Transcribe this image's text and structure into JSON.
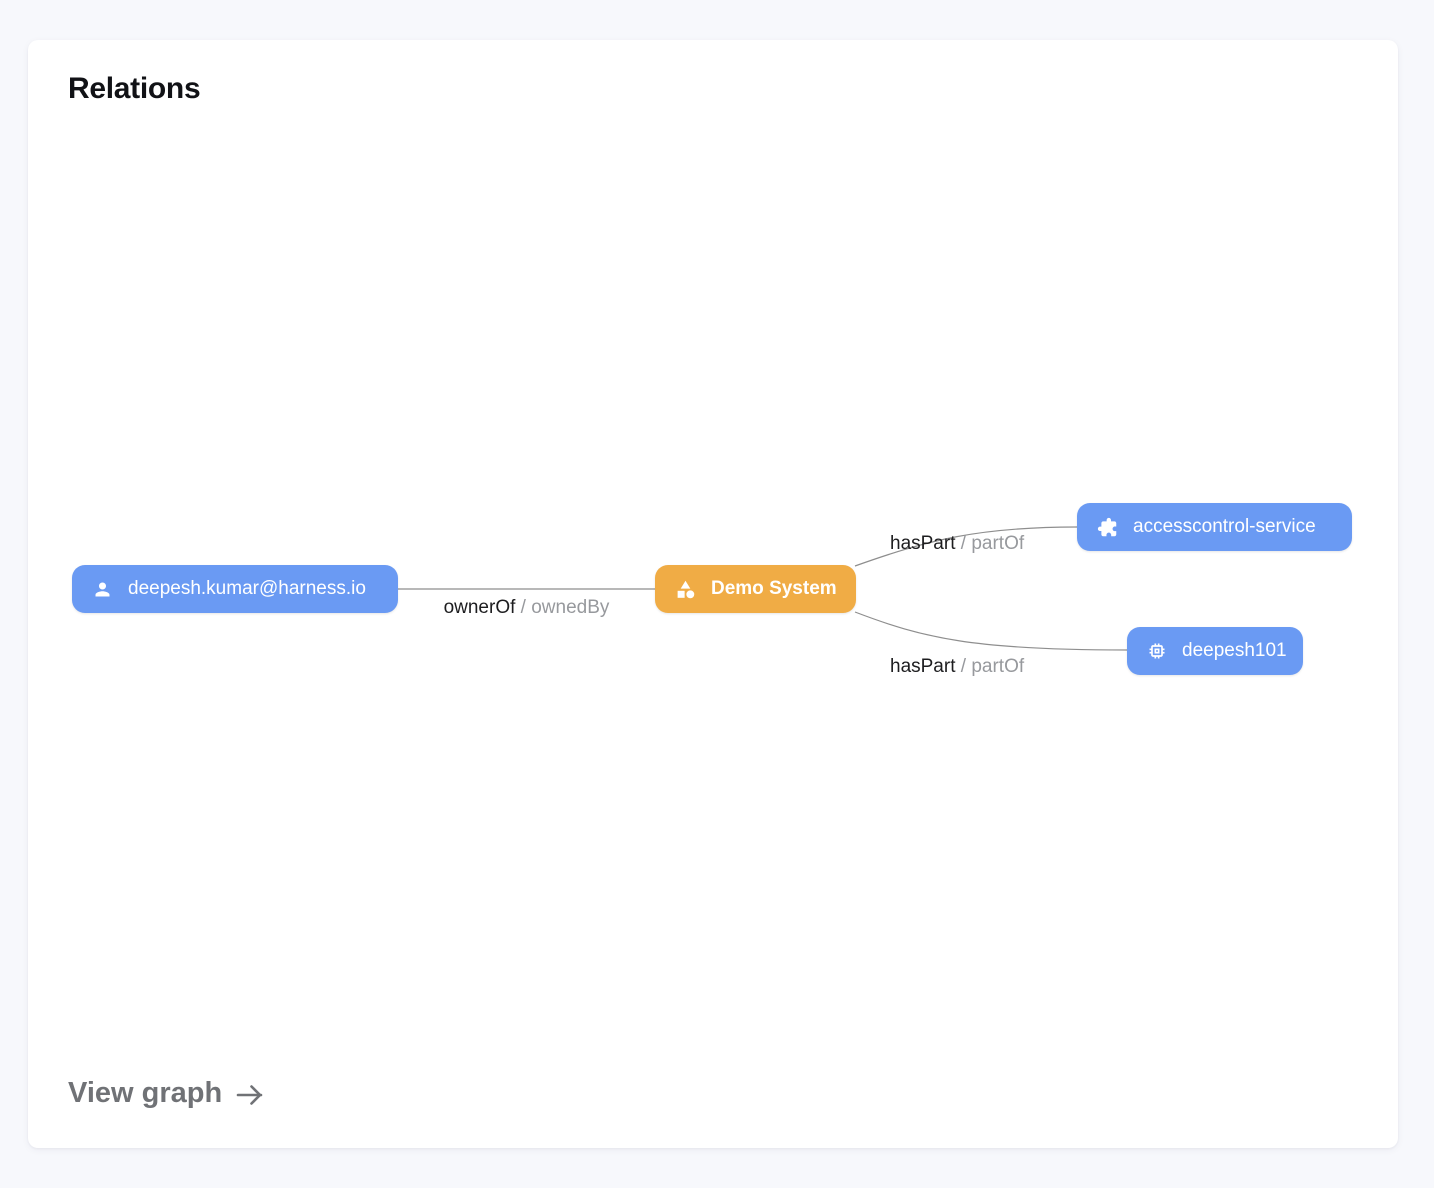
{
  "card": {
    "title": "Relations",
    "view_graph_label": "View graph",
    "view_graph_icon": "arrow-right-icon"
  },
  "graph": {
    "nodes": [
      {
        "id": "user",
        "label": "deepesh.kumar@harness.io",
        "icon": "person-icon",
        "color": "#6A9AF3"
      },
      {
        "id": "system",
        "label": "Demo System",
        "icon": "category-icon",
        "color": "#F0AC45"
      },
      {
        "id": "service",
        "label": "accesscontrol-service",
        "icon": "extension-icon",
        "color": "#6A9AF3"
      },
      {
        "id": "resource",
        "label": "deepesh101",
        "icon": "memory-icon",
        "color": "#6A9AF3"
      }
    ],
    "edges": [
      {
        "from": "user",
        "to": "system",
        "forward": "ownerOf",
        "sep": "/",
        "reverse": "ownedBy"
      },
      {
        "from": "system",
        "to": "service",
        "forward": "hasPart",
        "sep": "/",
        "reverse": "partOf"
      },
      {
        "from": "system",
        "to": "resource",
        "forward": "hasPart",
        "sep": "/",
        "reverse": "partOf"
      }
    ]
  },
  "colors": {
    "page_background": "#F7F8FC",
    "card_background": "#FFFFFF",
    "node_blue": "#6A9AF3",
    "node_amber": "#F0AC45",
    "edge_line": "#8E8E8E",
    "label_primary": "#1D1D1F",
    "label_secondary": "#97999D",
    "view_graph": "#707276"
  }
}
